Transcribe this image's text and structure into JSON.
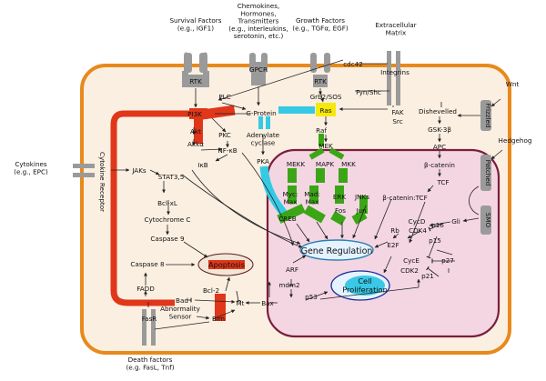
{
  "colors": {
    "cell_membrane": "#e8891c",
    "cytoplasm": "#fbefe1",
    "nucleus_border": "#7a1f3d",
    "nucleus_fill": "#f4d6e2",
    "receptor": "#9a9a9a",
    "red_path": "#e0361a",
    "green_path": "#3aa615",
    "cyan_path": "#36c9e3",
    "ras_yellow": "#f6e80c",
    "gene_reg_fill": "#e4f3ff",
    "apoptosis_fill": "#f2e6d7"
  },
  "external": {
    "survival": "Survival Factors\n(e.g., IGF1)",
    "chemokines": "Chemokines,\nHormones,\nTransmitters\n(e.g., interleukins,\nserotonin, etc.)",
    "growth": "Growth Factors\n(e.g., TGFα, EGF)",
    "ecm": "Extracellular\nMatrix",
    "wnt": "Wnt",
    "hedgehog": "Hedgehog",
    "cytokines": "Cytokines\n(e.g., EPC)",
    "death": "Death factors\n(e.g. FasL, Tnf)"
  },
  "receptors": {
    "rtk1": "RTK",
    "gpcr": "GPCR",
    "rtk2": "RTK",
    "integrins": "Integrins",
    "frizzled": "Frizzled",
    "patched": "Patched",
    "smo": "SMO",
    "cytokine_receptor": "Cytokine Receptor",
    "fasr": "FasR"
  },
  "nodes": {
    "cdc42": "cdc42",
    "fyn_shc": "Fyn/Shc",
    "grb2_sos": "Grb2/SOS",
    "ras": "Ras",
    "fak": "FAK",
    "src": "Src",
    "plc": "PLC",
    "g_protein": "G-Protein",
    "pi3k": "PI3K",
    "akt": "Akt",
    "akka": "Akkα",
    "pkc": "PKC",
    "nfkb": "NF-κB",
    "ikb": "IκB",
    "adenylate": "Adenylate\ncyclase",
    "pka": "PKA",
    "raf": "Raf",
    "mek": "MEK",
    "mekk": "MEKK",
    "mapk": "MAPK",
    "mkk": "MKK",
    "dishevelled": "Dishevelled",
    "gsk3b": "GSK-3β",
    "apc": "APC",
    "b_catenin": "β-catenin",
    "tcf": "TCF",
    "jaks": "JAKs",
    "stat35": "STAT3,5",
    "bclxl": "Bcl-xL",
    "cytochrome": "Cytochrome C",
    "caspase9": "Caspase 9",
    "caspase8": "Caspase 8",
    "fadd": "FADD",
    "bad": "Bad",
    "bcl2": "Bcl-2",
    "mt": "Mt",
    "bim": "Bim",
    "abnormality": "Abnormality\nSensor",
    "bax": "Bax",
    "apoptosis": "Apoptosis",
    "myc_max": "Myc:\nMax",
    "mad_max": "Mad:\nMax",
    "creb": "CREB",
    "erk": "ERK",
    "jnks": "JNKs",
    "fos": "Fos",
    "jun": "Jun",
    "b_catenin_tcf": "β-catenin:TCF",
    "gli": "Gli",
    "cycd": "CycD",
    "cdk4": "CDK4",
    "p16": "p16",
    "rb": "Rb",
    "e2f": "E2F",
    "p15": "p15",
    "cyce": "CycE",
    "cdk2": "CDK2",
    "p27": "p27",
    "p21": "p21",
    "arf": "ARF",
    "mdm2": "mdm2",
    "p53": "p53",
    "gene_regulation": "Gene Regulation",
    "cell_proliferation": "Cell\nProliferation"
  }
}
